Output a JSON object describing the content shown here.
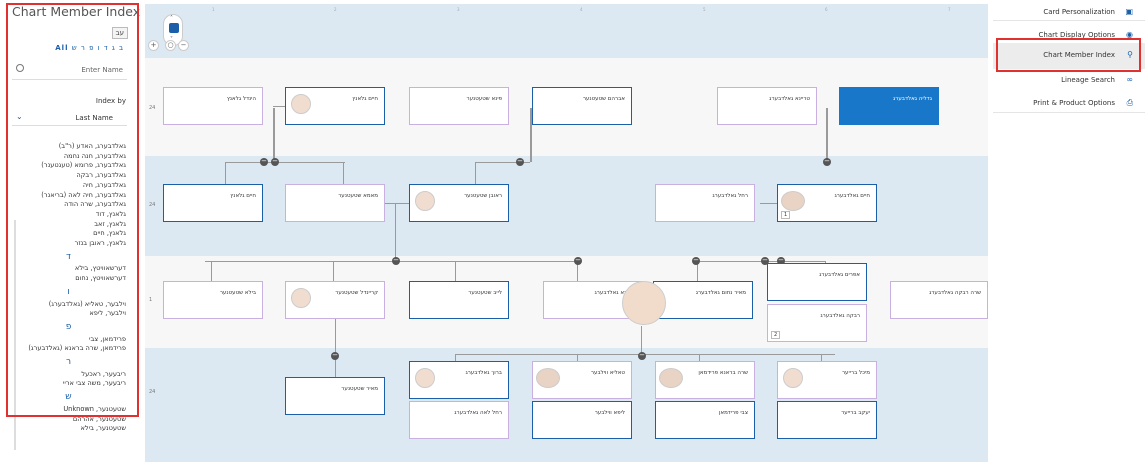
{
  "left_panel": {
    "title": "Chart Member Index",
    "hebrew_tab": "עב",
    "letters_all": "All",
    "letters": "ב ג ד ו פ ר ש",
    "search": {
      "placeholder": "Enter Name"
    },
    "index_by": "Index by",
    "index_select": "Last Name",
    "groups": [
      {
        "letter": "",
        "names": [
          "גאלדבערג, האדע (ר\"ב)",
          "גאלדבערג, חנה נחמה",
          "גאלדבערג, פרומא (טעגטענר)",
          "גאלדבערג, רבקה",
          "גאלדבערג, חיה",
          "גאלדבערג, חיה לאה (בריאנר)",
          "גאלדבערג, שרה הודה",
          "גלאנץ, דוד",
          "גלאנץ, זאב",
          "גלאנץ, חיים",
          "גלאנץ, ראובן בנזר"
        ]
      },
      {
        "letter": "ד",
        "names": [
          "דערשאוויטץ, בילא",
          "דערשאוויטץ, נחום"
        ]
      },
      {
        "letter": "ו",
        "names": [
          "וילבער, טאליא (גאלדבערג)",
          "וילבער, ליפא"
        ]
      },
      {
        "letter": "פ",
        "names": [
          "פרידמאן, צבי",
          "פרידמאן, שרה בראנא (גאלדבערג)"
        ]
      },
      {
        "letter": "ר",
        "names": [
          "ריבעער, ראכעל",
          "ריבעער, משה צבי אריי"
        ]
      },
      {
        "letter": "ש",
        "names": [
          "שטעטנער, Unknown",
          "שטעטנער, אהרהם",
          "שטעטנער, בילא"
        ]
      }
    ]
  },
  "right_panel": {
    "items": [
      {
        "label": "Card Personalization",
        "icon": "card-icon"
      },
      {
        "label": "Chart Display Options",
        "icon": "display-icon"
      },
      {
        "label": "Chart Member Index",
        "icon": "search-icon",
        "active": true
      },
      {
        "label": "Lineage Search",
        "icon": "link-icon"
      },
      {
        "label": "Print & Product Options",
        "icon": "print-icon"
      }
    ]
  },
  "canvas": {
    "generations": [
      "24",
      "24",
      "1",
      "24"
    ],
    "ruler": [
      "1",
      "2",
      "3",
      "4",
      "5",
      "6",
      "7"
    ],
    "cards": {
      "g1": [
        "הינדל גלאנץ",
        "חיים גלאנץ",
        "פינא שטעטנער",
        "אברהם שטעטנער",
        "טריינא גאלדבערג",
        "גדליה גאלדבערג"
      ],
      "g2": [
        "חיים גלאנץ",
        "מאמא שטעטנער",
        "ראובן שטעטנער",
        "רחל גאלדבערג",
        "חיים גאלדבערג"
      ],
      "g3": [
        "בילא שטעטנער",
        "קריינדל שטעטנער",
        "לייב שטעטנער",
        "פריידא גאלדבערג",
        "מאיר נחום גאלדבערג",
        "אפרים גאלדבערג",
        "רבקה גאלדבערג",
        "שרה רבקה גאלדבערג"
      ],
      "g4": [
        "מאיר שטעטנער",
        "ברוך גאלדבערג",
        "רחל לאה גאלדבערג",
        "טאליא ווילבער",
        "ליפא ווילבער",
        "שרה בראנא פרידמאן",
        "צבי פרידמאן",
        "מיכל ברייער",
        "יעקב ברייער"
      ]
    },
    "badges": [
      "1",
      "2"
    ]
  }
}
